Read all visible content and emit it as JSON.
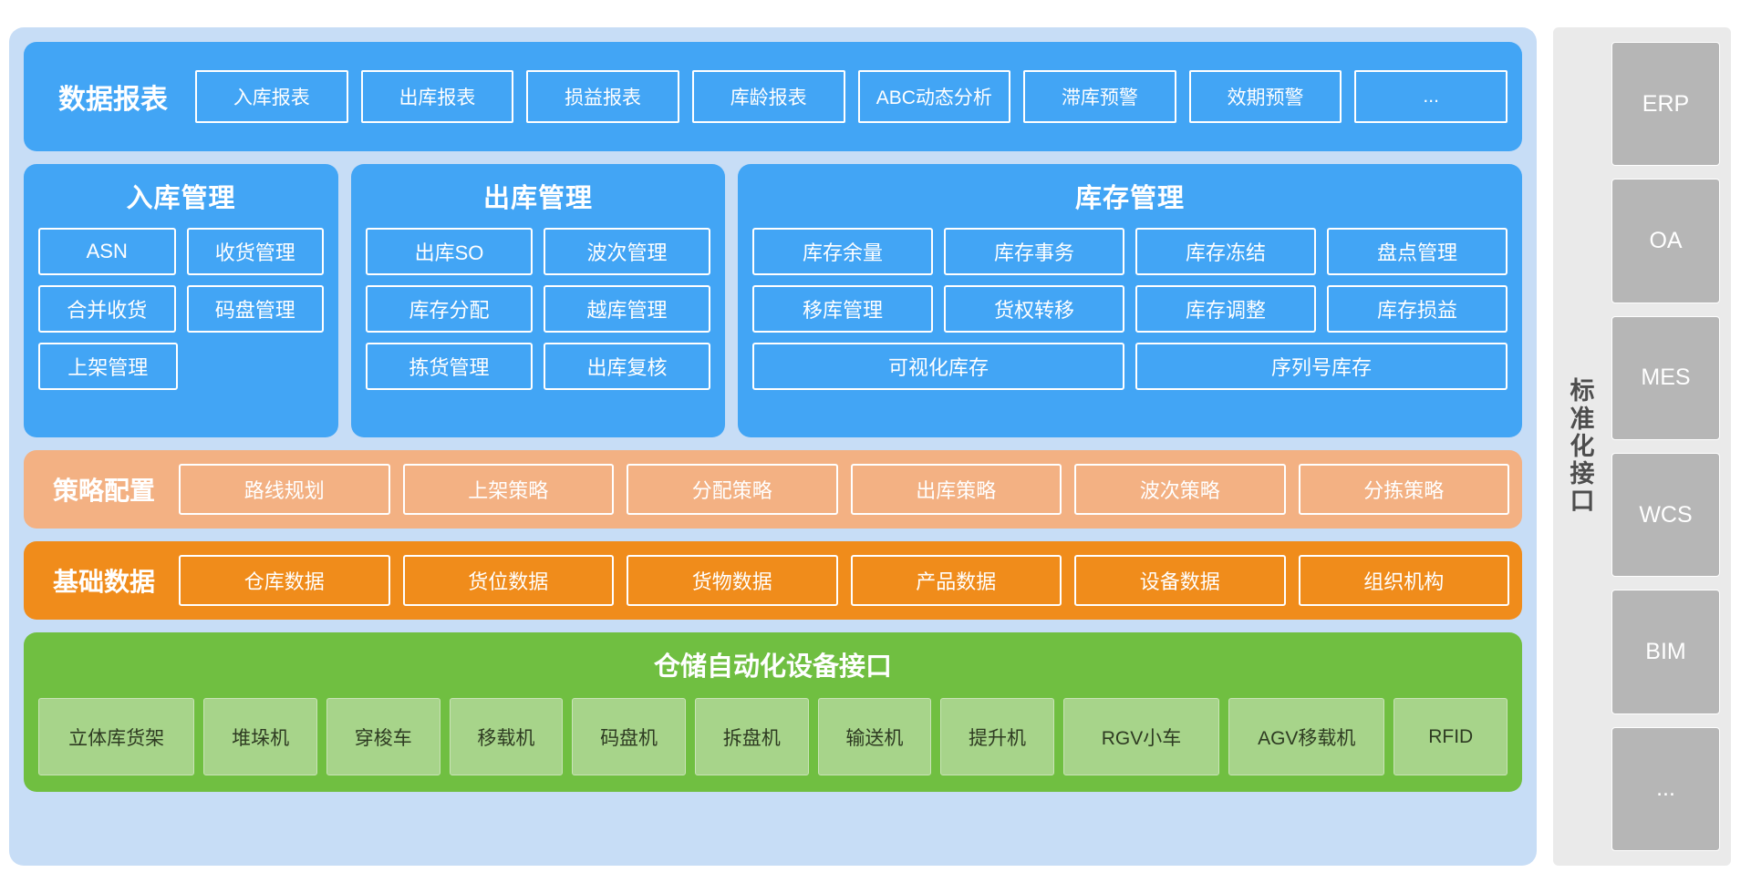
{
  "colors": {
    "outer_panel": "#c7ddf6",
    "blue": "#42a5f5",
    "orange_light": "#f3b183",
    "orange": "#f08c1b",
    "green": "#70bf41",
    "green_chip": "#a7d48a",
    "grey_panel": "#eaeaea",
    "grey_chip": "#b6b6b6"
  },
  "reports": {
    "title": "数据报表",
    "items": [
      "入库报表",
      "出库报表",
      "损益报表",
      "库龄报表",
      "ABC动态分析",
      "滞库预警",
      "效期预警",
      "..."
    ]
  },
  "management": {
    "inbound": {
      "title": "入库管理",
      "rows": [
        [
          "ASN",
          "收货管理"
        ],
        [
          "合并收货",
          "码盘管理"
        ],
        [
          "上架管理"
        ]
      ]
    },
    "outbound": {
      "title": "出库管理",
      "rows": [
        [
          "出库SO",
          "波次管理"
        ],
        [
          "库存分配",
          "越库管理"
        ],
        [
          "拣货管理",
          "出库复核"
        ]
      ]
    },
    "stock": {
      "title": "库存管理",
      "rows": [
        [
          "库存余量",
          "库存事务",
          "库存冻结",
          "盘点管理"
        ],
        [
          "移库管理",
          "货权转移",
          "库存调整",
          "库存损益"
        ],
        [
          "可视化库存",
          "序列号库存"
        ]
      ]
    }
  },
  "strategy": {
    "title": "策略配置",
    "items": [
      "路线规划",
      "上架策略",
      "分配策略",
      "出库策略",
      "波次策略",
      "分拣策略"
    ]
  },
  "basedata": {
    "title": "基础数据",
    "items": [
      "仓库数据",
      "货位数据",
      "货物数据",
      "产品数据",
      "设备数据",
      "组织机构"
    ]
  },
  "automation": {
    "title": "仓储自动化设备接口",
    "items": [
      "立体库货架",
      "堆垛机",
      "穿梭车",
      "移载机",
      "码盘机",
      "拆盘机",
      "输送机",
      "提升机",
      "RGV小车",
      "AGV移载机",
      "RFID"
    ]
  },
  "interface": {
    "label": "标准化接口",
    "label_chars": [
      "标",
      "准",
      "化",
      "接",
      "口"
    ],
    "items": [
      "ERP",
      "OA",
      "MES",
      "WCS",
      "BIM",
      "..."
    ]
  }
}
